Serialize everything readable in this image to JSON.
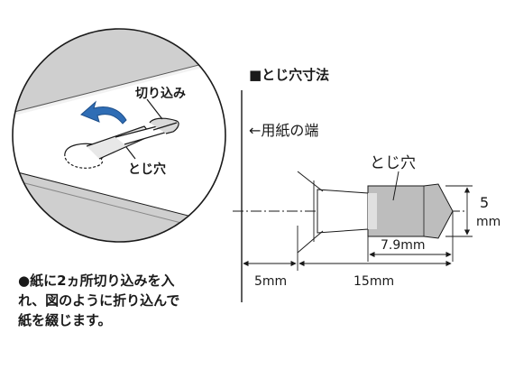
{
  "illustration": {
    "cut_label": "切り込み",
    "hole_label": "とじ穴"
  },
  "dimensions": {
    "section_title": "■とじ穴寸法",
    "paper_edge_label": "←用紙の端",
    "hole_label": "とじ穴",
    "height_value": "5",
    "height_unit": "mm",
    "width_label": "7.9mm",
    "offset_label": "5mm",
    "length_label": "15mm"
  },
  "caption": {
    "lines": [
      "●紙に2ヵ所切り込みを入",
      "れ、図のように折り込んで",
      "紙を綴じます。"
    ]
  }
}
